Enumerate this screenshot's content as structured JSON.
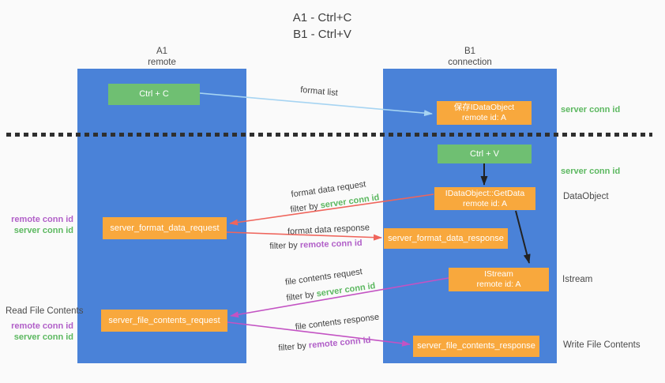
{
  "title": {
    "line1": "A1 - Ctrl+C",
    "line2": "B1 - Ctrl+V"
  },
  "lanes": {
    "left": {
      "name": "A1",
      "subtitle": "remote"
    },
    "right": {
      "name": "B1",
      "subtitle": "connection"
    }
  },
  "nodes": {
    "ctrl_c": {
      "label": "Ctrl + C"
    },
    "save_idataobject": {
      "line1": "保存IDataObject",
      "line2": "remote id: A"
    },
    "ctrl_v": {
      "label": "Ctrl + V"
    },
    "getdata": {
      "line1": "IDataObject::GetData",
      "line2": "remote id: A"
    },
    "format_request": {
      "label": "server_format_data_request"
    },
    "format_response": {
      "label": "server_format_data_response"
    },
    "istream": {
      "line1": "IStream",
      "line2": "remote id: A"
    },
    "file_request": {
      "label": "server_file_contents_request"
    },
    "file_response": {
      "label": "server_file_contents_response"
    }
  },
  "edge_labels": {
    "format_list": "format list",
    "format_data_request": "format data request",
    "format_data_request_filter": {
      "prefix": "filter by ",
      "key": "server conn id"
    },
    "format_data_response": "format data response",
    "format_data_response_filter": {
      "prefix": "filter by ",
      "key": "remote conn id"
    },
    "file_contents_request": "file contents request",
    "file_contents_request_filter": {
      "prefix": "filter by ",
      "key": "server conn id"
    },
    "file_contents_response": "file contents response",
    "file_contents_response_filter": {
      "prefix": "filter by ",
      "key": "remote conn id"
    }
  },
  "side_labels": {
    "server_conn_id_top_right": "server conn id",
    "server_conn_id_mid_right": "server conn id",
    "data_object": "DataObject",
    "istream": "Istream",
    "write_file_contents": "Write File Contents",
    "read_file_contents": "Read File Contents",
    "left_group1": {
      "remote": "remote conn id",
      "server": "server conn id"
    },
    "left_group2": {
      "remote": "remote conn id",
      "server": "server conn id"
    }
  },
  "colors": {
    "lane_blue": "#4a82d8",
    "node_green": "#6fbf72",
    "node_orange": "#f8a83d",
    "arrow_red": "#ef655c",
    "arrow_magenta": "#c353c3",
    "arrow_lightblue": "#a6d4f2",
    "arrow_black": "#222222",
    "text_green": "#5cb860",
    "text_purple": "#b15fc8",
    "text_dark": "#3f3f3f",
    "text_gray": "#4a4a4a",
    "bg": "#fafafa",
    "dash": "#2f2f2f"
  }
}
